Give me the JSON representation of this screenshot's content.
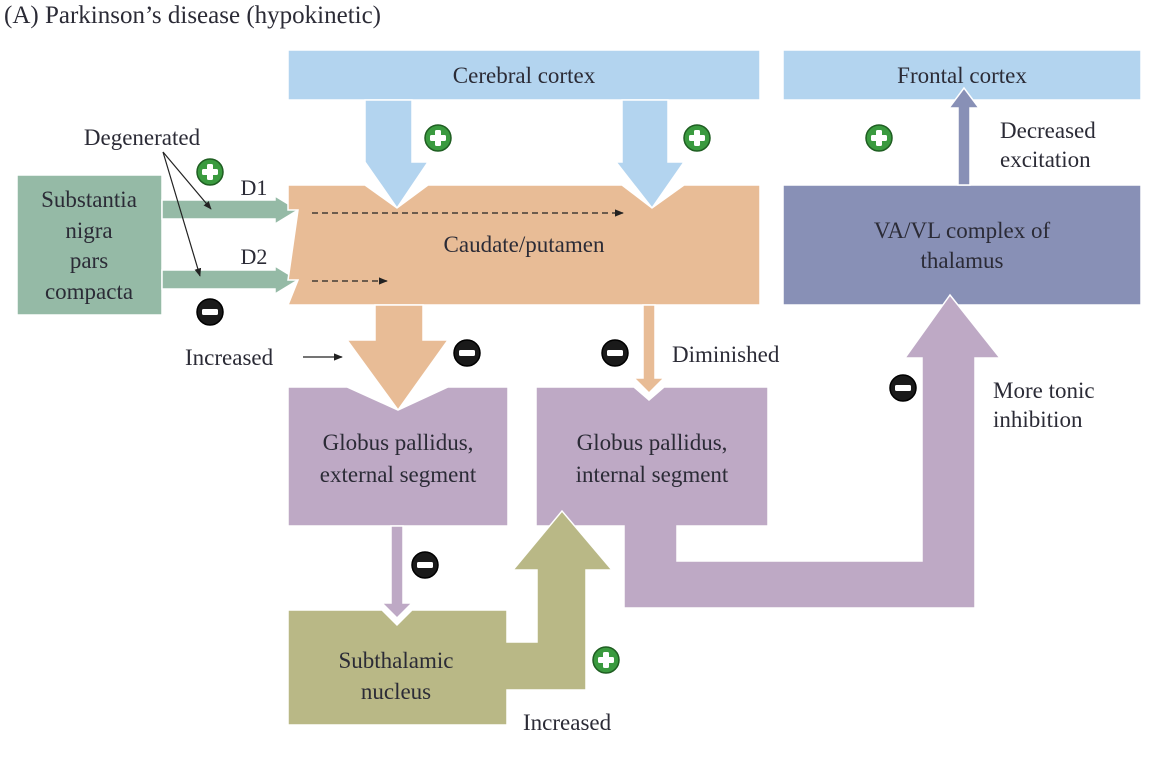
{
  "title": "(A)  Parkinson’s disease (hypokinetic)",
  "colors": {
    "cortex": "#b3d4ef",
    "striatum": "#e8bc96",
    "nigra": "#95baa6",
    "thalamus": "#8890b6",
    "pallidus": "#bea9c5",
    "stn": "#b9b886",
    "excitatory": "#3a9a3f",
    "inhibitory": "#1a1a1a"
  },
  "nodes": {
    "cerebral_cortex": "Cerebral cortex",
    "frontal_cortex": "Frontal cortex",
    "caudate_putamen": "Caudate/putamen",
    "substantia_nigra": [
      "Substantia",
      "nigra",
      "pars",
      "compacta"
    ],
    "thalamus": [
      "VA/VL complex of",
      "thalamus"
    ],
    "gpe": [
      "Globus pallidus,",
      "external segment"
    ],
    "gpi": [
      "Globus pallidus,",
      "internal segment"
    ],
    "stn": [
      "Subthalamic",
      "nucleus"
    ]
  },
  "labels": {
    "degenerated": "Degenerated",
    "d1": "D1",
    "d2": "D2",
    "increased_gpe": "Increased",
    "diminished": "Diminished",
    "decreased_excitation": [
      "Decreased",
      "excitation"
    ],
    "more_tonic_inhibition": [
      "More tonic",
      "inhibition"
    ],
    "increased_stn": "Increased"
  },
  "signs": {
    "excitatory_icon": "plus-circle-icon",
    "inhibitory_icon": "minus-circle-icon"
  }
}
